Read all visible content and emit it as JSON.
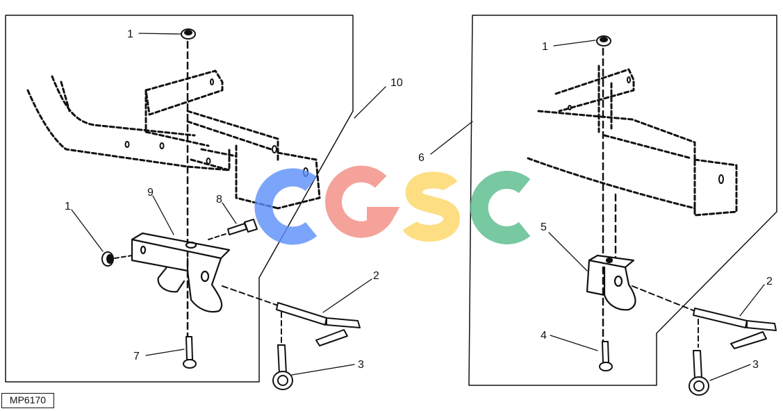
{
  "figure_ref": "MP6170",
  "watermark": {
    "text": "CGSC",
    "colors": [
      "#5b8ff9",
      "#f28b82",
      "#fdd663",
      "#57bb8a"
    ]
  },
  "left_assembly": {
    "callouts": [
      "1",
      "10",
      "1",
      "9",
      "8",
      "2",
      "3",
      "7"
    ]
  },
  "right_assembly": {
    "callouts": [
      "1",
      "6",
      "5",
      "2",
      "4",
      "3"
    ]
  }
}
